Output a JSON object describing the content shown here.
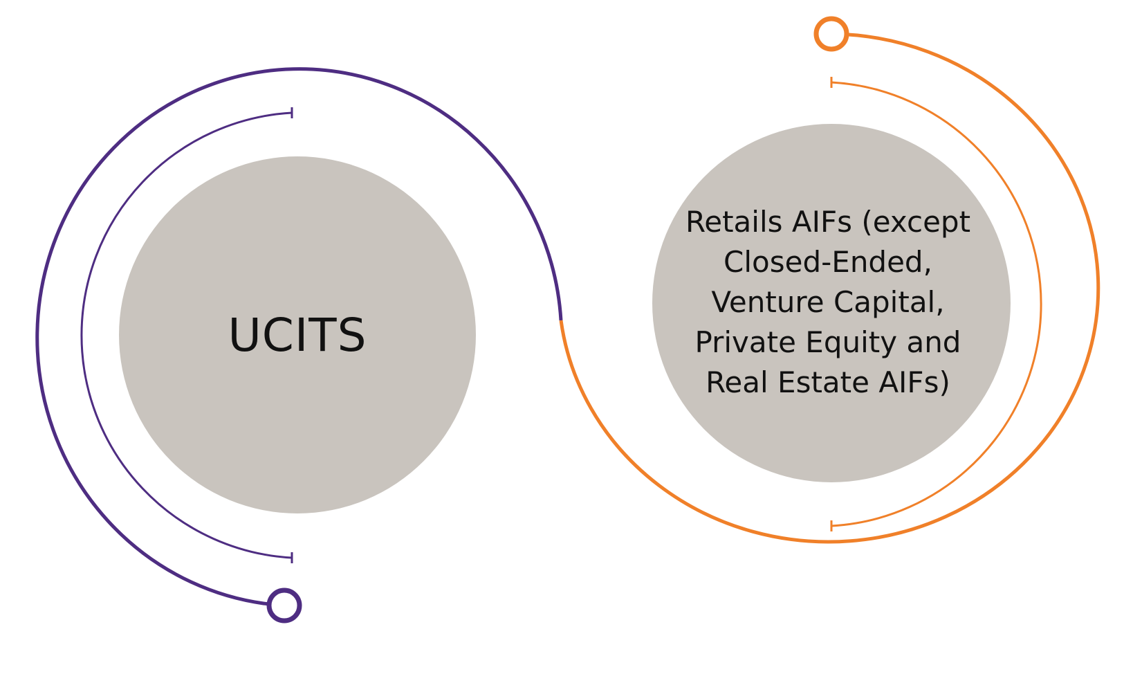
{
  "colors": {
    "purple": "#4e2d82",
    "orange": "#f08029",
    "circle_fill": "#c9c4be",
    "background": "#ffffff"
  },
  "nodes": [
    {
      "id": "ucits",
      "lines": [
        "UCITS"
      ]
    },
    {
      "id": "retail-aifs",
      "lines": [
        "Retails AIFs (except",
        "Closed-Ended,",
        "Venture Capital,",
        "Private Equity and",
        "Real Estate AIFs)"
      ]
    }
  ]
}
